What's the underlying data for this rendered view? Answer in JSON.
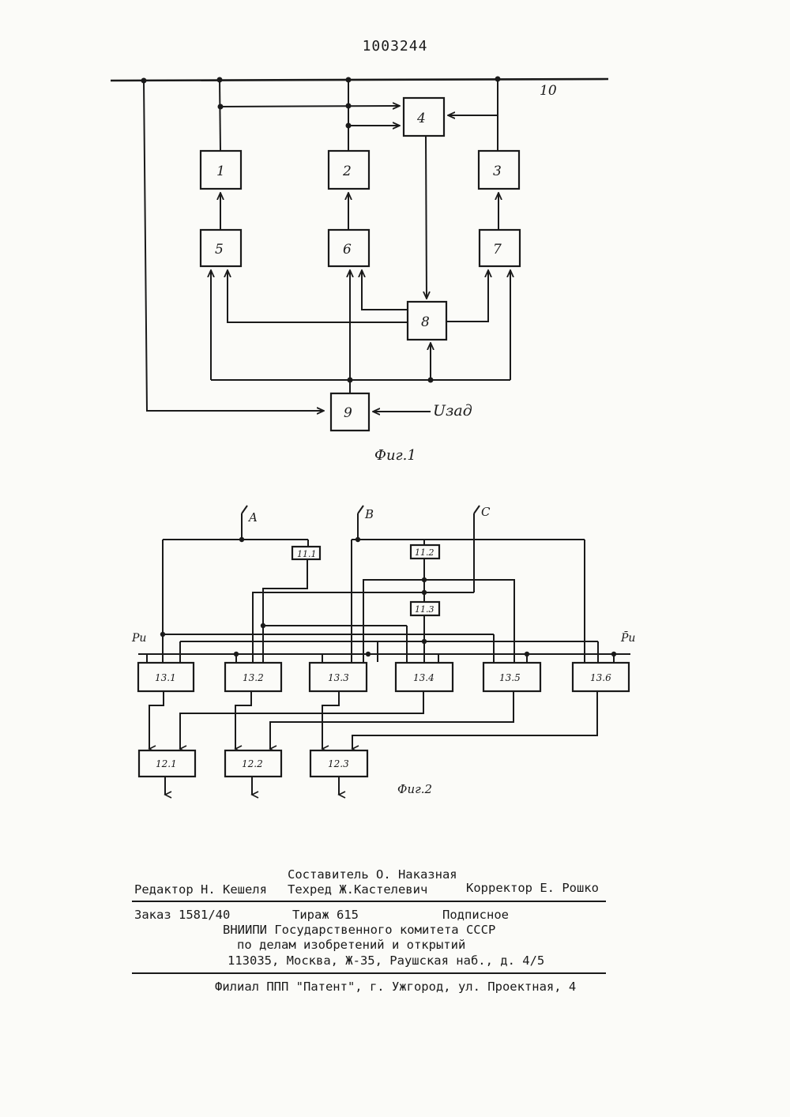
{
  "document": {
    "patent_number": "1003244"
  },
  "figure1": {
    "caption": "Фиг.1",
    "bus_label": "10",
    "input_label": "Uзад",
    "blocks": {
      "b1": "1",
      "b2": "2",
      "b3": "3",
      "b4": "4",
      "b5": "5",
      "b6": "6",
      "b7": "7",
      "b8": "8",
      "b9": "9"
    }
  },
  "figure2": {
    "caption": "Фиг.2",
    "phase_labels": {
      "a": "A",
      "b": "B",
      "c": "C"
    },
    "pu_label": "Pи",
    "pu_bar_label": "P̄и",
    "blocks": {
      "b11_1": "11.1",
      "b11_2": "11.2",
      "b11_3": "11.3",
      "b13_1": "13.1",
      "b13_2": "13.2",
      "b13_3": "13.3",
      "b13_4": "13.4",
      "b13_5": "13.5",
      "b13_6": "13.6",
      "b12_1": "12.1",
      "b12_2": "12.2",
      "b12_3": "12.3"
    }
  },
  "imprint": {
    "compiler": "Составитель О. Наказная",
    "editor": "Редактор Н. Кешеля",
    "techred": "Техред Ж.Кастелевич",
    "corrector": "Корректор Е. Рошко",
    "order": "Заказ 1581/40",
    "circulation": "Тираж 615",
    "subscription": "Подписное",
    "org_line1": "ВНИИПИ Государственного комитета СССР",
    "org_line2": "по делам изобретений и открытий",
    "address": "113035, Москва, Ж-35, Раушская наб., д. 4/5",
    "branch": "Филиал ППП \"Патент\", г. Ужгород, ул. Проектная, 4"
  }
}
